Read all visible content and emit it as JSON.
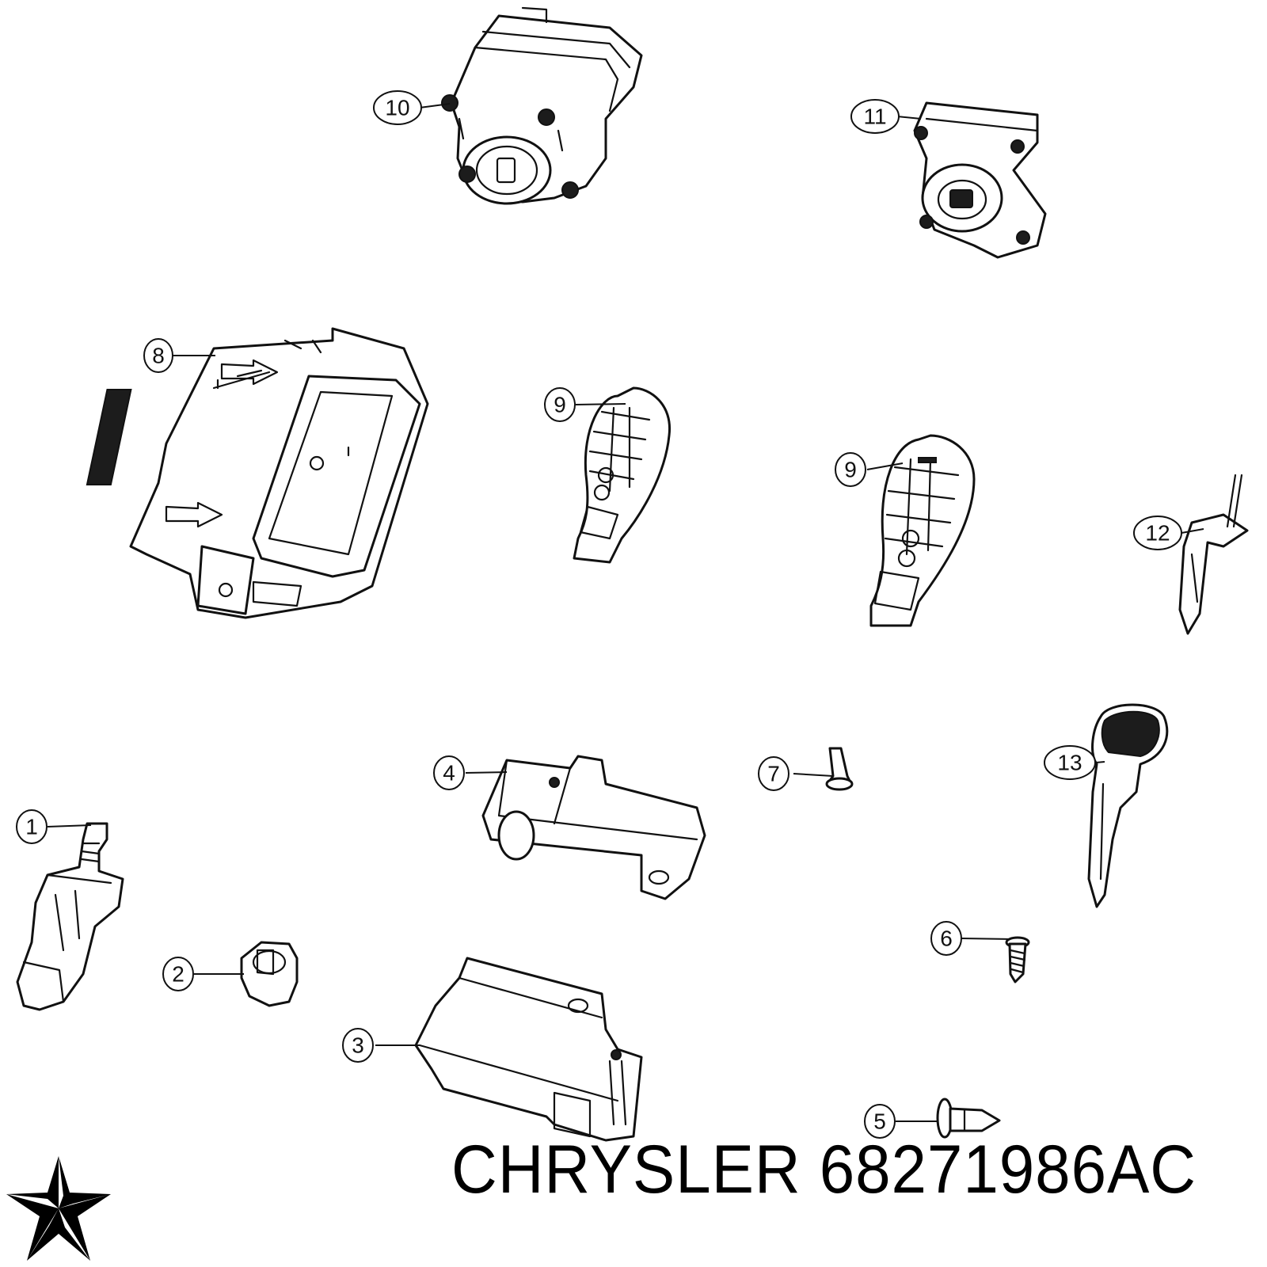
{
  "callouts": [
    {
      "id": "c1",
      "label": "1"
    },
    {
      "id": "c2",
      "label": "2"
    },
    {
      "id": "c3",
      "label": "3"
    },
    {
      "id": "c4",
      "label": "4"
    },
    {
      "id": "c5",
      "label": "5"
    },
    {
      "id": "c6",
      "label": "6"
    },
    {
      "id": "c7",
      "label": "7"
    },
    {
      "id": "c8",
      "label": "8"
    },
    {
      "id": "c9a",
      "label": "9"
    },
    {
      "id": "c9b",
      "label": "9"
    },
    {
      "id": "c10",
      "label": "10"
    },
    {
      "id": "c11",
      "label": "11"
    },
    {
      "id": "c12",
      "label": "12"
    },
    {
      "id": "c13",
      "label": "13"
    }
  ],
  "footer": {
    "brand_text": "CHRYSLER 68271986AC"
  },
  "logo": {
    "icon": "pentastar-logo-icon",
    "color": "#000000"
  }
}
